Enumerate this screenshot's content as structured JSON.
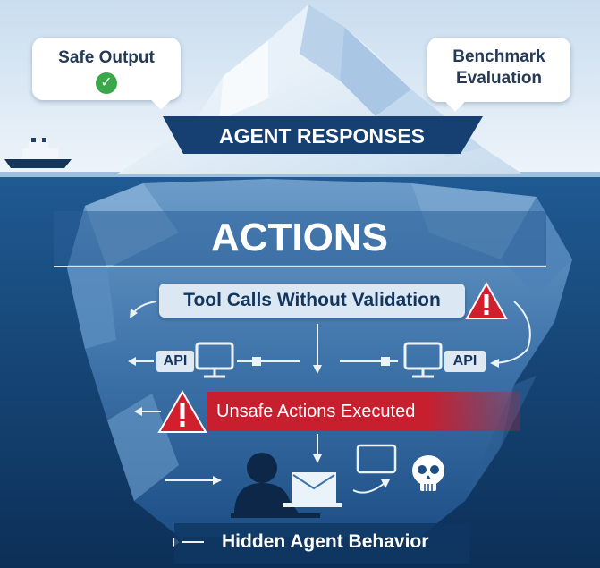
{
  "top": {
    "safe_output": {
      "label": "Safe Output",
      "icon": "check-circle-icon"
    },
    "benchmark": {
      "line1": "Benchmark",
      "line2": "Evaluation"
    },
    "agent_responses": "AGENT RESPONSES"
  },
  "underwater": {
    "actions_title": "ACTIONS",
    "tool_calls": "Tool Calls Without Validation",
    "api_left": "API",
    "api_right": "API",
    "unsafe_actions": "Unsafe Actions Executed",
    "hidden_behavior": "Hidden Agent Behavior"
  },
  "colors": {
    "sky": "#dceaf6",
    "deep_water": "#0f3a66",
    "warning_red": "#c81f2e",
    "ice": "#ffffff"
  }
}
